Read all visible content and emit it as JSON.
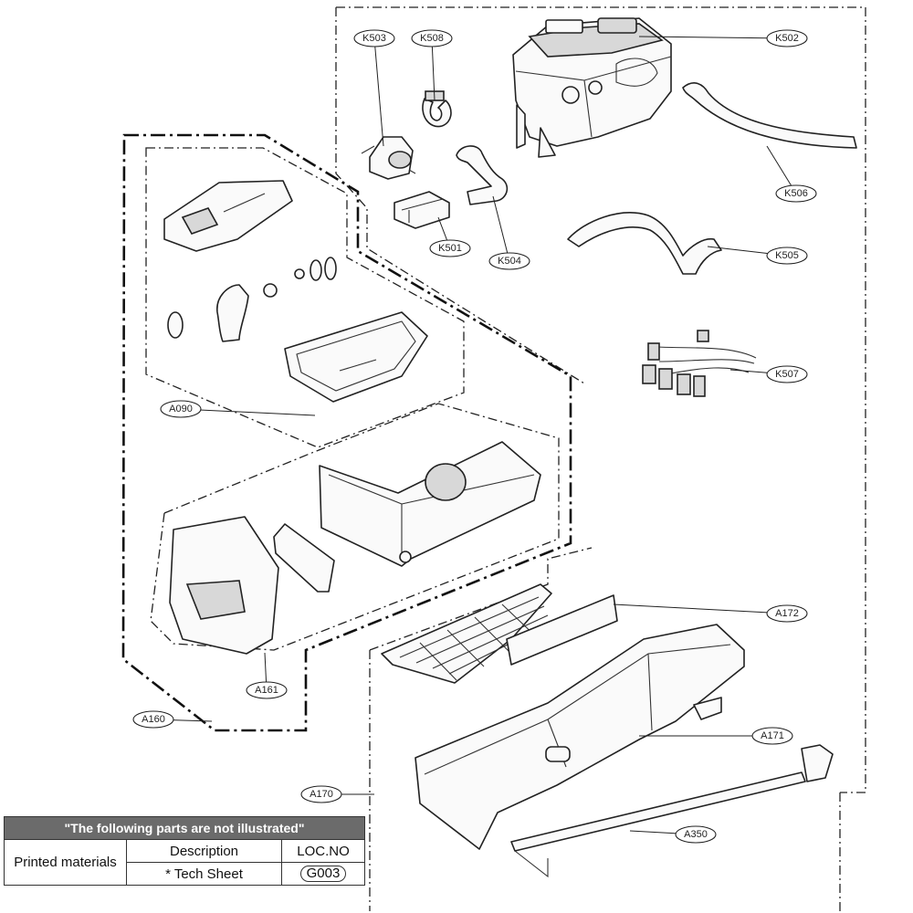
{
  "callouts": {
    "K503": "K503",
    "K508": "K508",
    "K502": "K502",
    "K501": "K501",
    "K504": "K504",
    "K506": "K506",
    "K505": "K505",
    "K507": "K507",
    "A090": "A090",
    "A161": "A161",
    "A160": "A160",
    "A172": "A172",
    "A171": "A171",
    "A170": "A170",
    "A350": "A350"
  },
  "table": {
    "header": "\"The following parts are not illustrated\"",
    "category": "Printed materials",
    "col_description": "Description",
    "col_loc": "LOC.NO",
    "item_description": "* Tech Sheet",
    "item_loc": "G003"
  }
}
